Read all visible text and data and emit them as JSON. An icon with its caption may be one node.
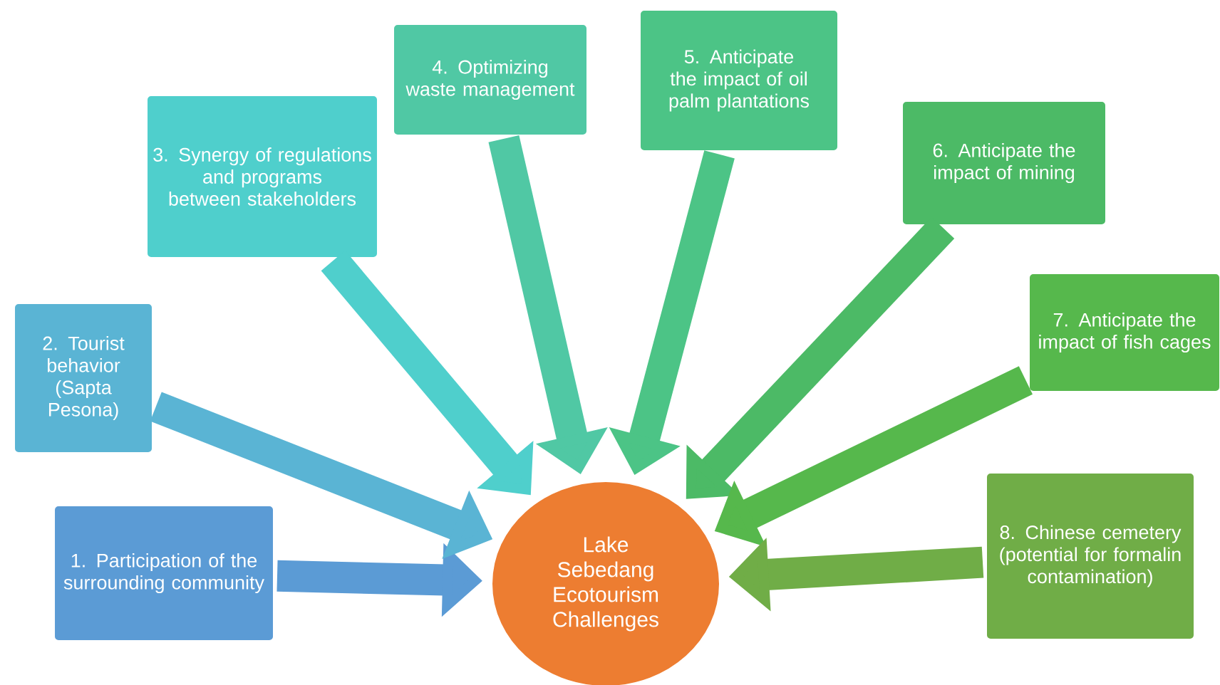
{
  "diagram": {
    "nodes": [
      {
        "text": [
          "1. Participation of the surrounding community"
        ]
      },
      {
        "text": [
          "2. Tourist behavior (Sapta Pesona)"
        ]
      },
      {
        "text": [
          "3. Synergy of regulations and programs between stakeholders"
        ]
      },
      {
        "text": [
          "4. Optimizing waste management"
        ]
      },
      {
        "text": [
          "5. Anticipate the impact of oil palm plantations"
        ]
      },
      {
        "text": [
          "6. Anticipate the impact of mining"
        ]
      },
      {
        "text": [
          "7. Anticipate the impact of fish cages"
        ]
      },
      {
        "text": [
          "8. Chinese cemetery (potential for formalin contamination)"
        ]
      },
      {
        "text": [
          "Lake Sebedang Ecotourism Challenges"
        ]
      }
    ],
    "edges": [
      {
        "from": 0,
        "to": 8,
        "arrow": "to",
        "color": "#5b9bd5"
      },
      {
        "from": 1,
        "to": 8,
        "arrow": "to",
        "color": "#5ab4d4"
      },
      {
        "from": 2,
        "to": 8,
        "arrow": "to",
        "color": "#4fcfcc"
      },
      {
        "from": 3,
        "to": 8,
        "arrow": "to",
        "color": "#50c8a4"
      },
      {
        "from": 4,
        "to": 8,
        "arrow": "to",
        "color": "#4cc486"
      },
      {
        "from": 5,
        "to": 8,
        "arrow": "to",
        "color": "#4cba66"
      },
      {
        "from": 6,
        "to": 8,
        "arrow": "to",
        "color": "#56b84c"
      },
      {
        "from": 7,
        "to": 8,
        "arrow": "to",
        "color": "#70ad47"
      }
    ]
  }
}
